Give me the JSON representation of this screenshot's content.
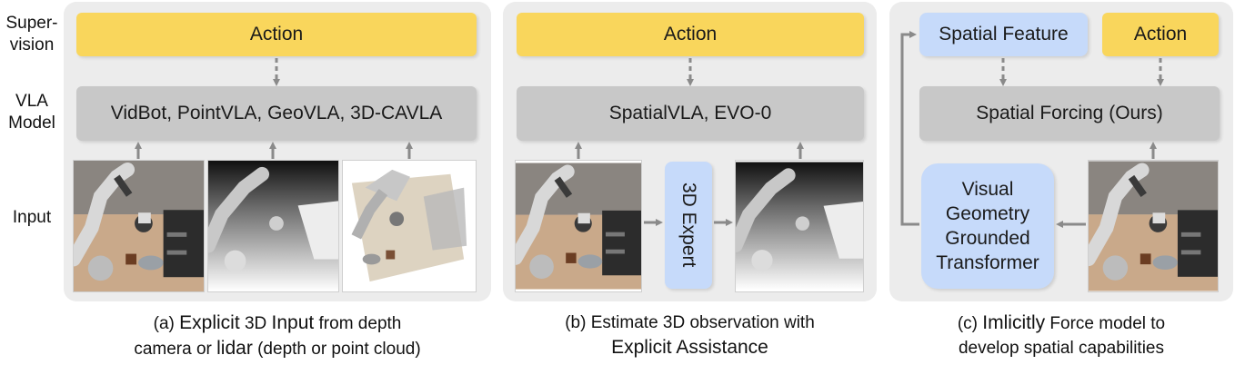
{
  "row_labels": {
    "supervision": "Super-\nvision",
    "supervision_l1": "Super-",
    "supervision_l2": "vision",
    "vla_l1": "VLA",
    "vla_l2": "Model",
    "input": "Input"
  },
  "panel_a": {
    "action": "Action",
    "model": "VidBot, PointVLA, GeoVLA, 3D-CAVLA",
    "caption_prefix": "(a) ",
    "caption_w1": "Explicit",
    "caption_w2": " 3D ",
    "caption_w3": "Input",
    "caption_w4": " from depth",
    "caption_line2_a": "camera or ",
    "caption_line2_b": "lidar",
    "caption_line2_c": " (depth or point cloud)"
  },
  "panel_b": {
    "action": "Action",
    "model": "SpatialVLA, EVO-0",
    "expert": "3D Expert",
    "caption_line1": "(b) Estimate 3D observation with",
    "caption_line2": "Explicit Assistance"
  },
  "panel_c": {
    "spatial_feature": "Spatial Feature",
    "action": "Action",
    "model": "Spatial Forcing (Ours)",
    "vggt_l1": "Visual",
    "vggt_l2": "Geometry",
    "vggt_l3": "Grounded",
    "vggt_l4": "Transformer",
    "caption_prefix": "(c) ",
    "caption_w1": "Imlicitly",
    "caption_w2": " Force model to",
    "caption_line2": "develop spatial capabilities"
  },
  "colors": {
    "action": "#f9d65c",
    "spatial": "#c6dafa",
    "model": "#c8c8c8",
    "panel": "#ececec",
    "arrow": "#8a8a8a"
  }
}
